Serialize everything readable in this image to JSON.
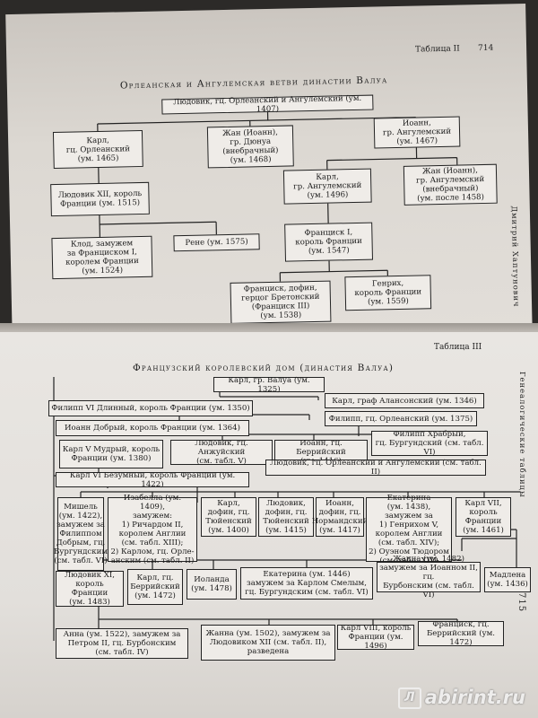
{
  "top_page": {
    "heading": "Орлеанская и Ангулемская ветви династии Валуа",
    "table_label": "Таблица II",
    "table_number": "714",
    "side_author": "Дмитрий Хаптунович",
    "boxes": [
      "Людовик, гц. Орлеанский и Ангулемский (ум. 1407)",
      "Карл,\nгц. Орлеанский\n(ум. 1465)",
      "Жан (Иоанн),\nгр. Дюнуа\n(внебрачный)\n(ум. 1468)",
      "Иоанн,\nгр. Ангулемский\n(ум. 1467)",
      "Людовик XII, король\nФранции (ум. 1515)",
      "Карл,\nгр. Ангулемский\n(ум. 1496)",
      "Жан (Иоанн),\nгр. Ангулемский\n(внебрачный)\n(ум. после 1458)",
      "Клод, замужем\nза Франциском I,\nкоролем Франции\n(ум. 1524)",
      "Рене (ум. 1575)",
      "Франциск I,\nкороль Франции\n(ум. 1547)",
      "Франциск, дофин,\nгерцог Бретонский\n(Франциск III)\n(ум. 1538)",
      "Генрих,\nкороль Франции\n(ум. 1559)"
    ]
  },
  "bottom_page": {
    "heading": "Французский королевский дом (династия Валуа)",
    "table_label": "Таблица III",
    "side_title": "Генеалогические таблицы",
    "page_number": "715",
    "boxes": [
      "Карл, гр. Валуа (ум. 1325)",
      "Филипп VI Длинный, король Франции (ум. 1350)",
      "Карл, граф Алансонский (ум. 1346)",
      "Иоанн Добрый, король Франции (ум. 1364)",
      "Филипп, гц. Орлеанский (ум. 1375)",
      "Карл V Мудрый, король\nФранции (ум. 1380)",
      "Людовик, гц. Анжуйский\n(см. табл. V)",
      "Иоанн, гц. Беррийский\n(ум. 1416)",
      "Филипп Храбрый,\nгц. Бургундский (см. табл. VI)",
      "Карл VI Безумный, король Франции (ум. 1422)",
      "Людовик, гц. Орлеанский и Ангулемский (см. табл. II)",
      "Мишель\n(ум. 1422),\nзамужем за\nФилиппом\nДобрым, гц.\nБургундским\n(см. табл. VI)",
      "Изабелла (ум. 1409),\nзамужем:\n1) Ричардом II,\nкоролем Англии\n(см. табл. XIII);\n2) Карлом, гц. Орле-\nанским (см. табл. II)",
      "Карл,\nдофин, гц.\nТюйенский\n(ум. 1400)",
      "Людовик,\nдофин, гц.\nТюйенский\n(ум. 1415)",
      "Иоанн,\nдофин, гц.\nНормандский\n(ум. 1417)",
      "Екатерина\n(ум. 1438), замужем за\n1) Генрихом V,\nкоролем Англии\n(см. табл. XIV);\n2) Оуэном Тюдором\n(см. табл. XIV)",
      "Карл VII,\nкороль\nФранции\n(ум. 1461)",
      "Людовик XI,\nкороль Франции\n(ум. 1483)",
      "Карл, гц.\nБеррийский\n(ум. 1472)",
      "Иоланда\n(ум. 1478)",
      "Екатерина (ум. 1446)\nзамужем за Карлом Смелым,\nгц. Бургундским (см. табл. VI)",
      "Жанна (ум. 1482)\nзамужем за Иоанном II, гц.\nБурбонским (см. табл. VI)",
      "Мадлена\n(ум. 1436)",
      "Анна (ум. 1522), замужем за\nПетром II, гц. Бурбонским\n(см. табл. IV)",
      "Жанна (ум. 1502), замужем за\nЛюдовиком XII (см. табл. II),\nразведена",
      "Карл VIII, король\nФранции (ум. 1496)",
      "Франциск, гц.\nБеррийский (ум. 1472)"
    ]
  },
  "watermark": {
    "mark": "Л",
    "text": "abirint.ru"
  },
  "colors": {
    "ink": "#1a1a1a",
    "paper": "#e4e0db",
    "background": "#2c2a28"
  }
}
